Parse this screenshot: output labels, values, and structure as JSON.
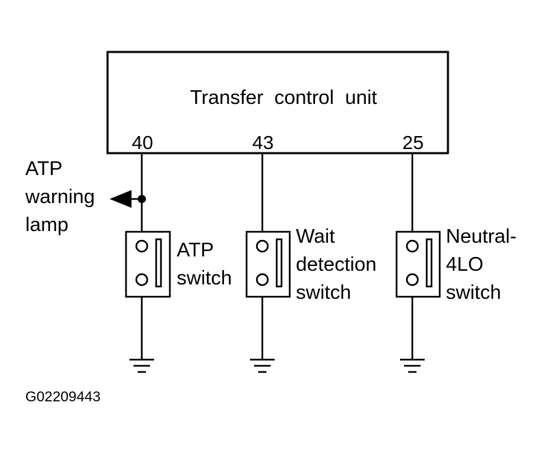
{
  "diagram": {
    "unit_label": "Transfer  control  unit",
    "pins": {
      "p40": "40",
      "p43": "43",
      "p25": "25"
    },
    "warning_lamp": [
      "ATP",
      "warning",
      "lamp"
    ],
    "atp_switch": [
      "ATP",
      "switch"
    ],
    "wait_switch": [
      "Wait",
      "detection",
      "switch"
    ],
    "neutral_switch": [
      "Neutral-",
      "4LO",
      "switch"
    ],
    "figure_code": "G02209443"
  },
  "colors": {
    "line": "#000000",
    "background": "#ffffff"
  }
}
